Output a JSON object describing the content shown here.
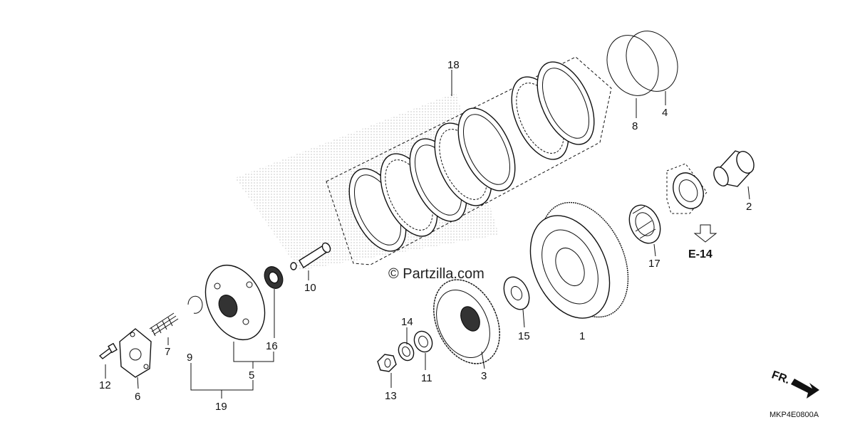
{
  "watermark": "© Partzilla.com",
  "diagram_code": "MKP4E0800A",
  "fr_label": "FR.",
  "ref_label": "E-14",
  "callouts": {
    "p1": "1",
    "p2": "2",
    "p3": "3",
    "p4": "4",
    "p5": "5",
    "p6": "6",
    "p7": "7",
    "p8": "8",
    "p9": "9",
    "p10": "10",
    "p11": "11",
    "p12": "12",
    "p13": "13",
    "p14": "14",
    "p15": "15",
    "p16": "16",
    "p17": "17",
    "p18": "18",
    "p19": "19"
  }
}
